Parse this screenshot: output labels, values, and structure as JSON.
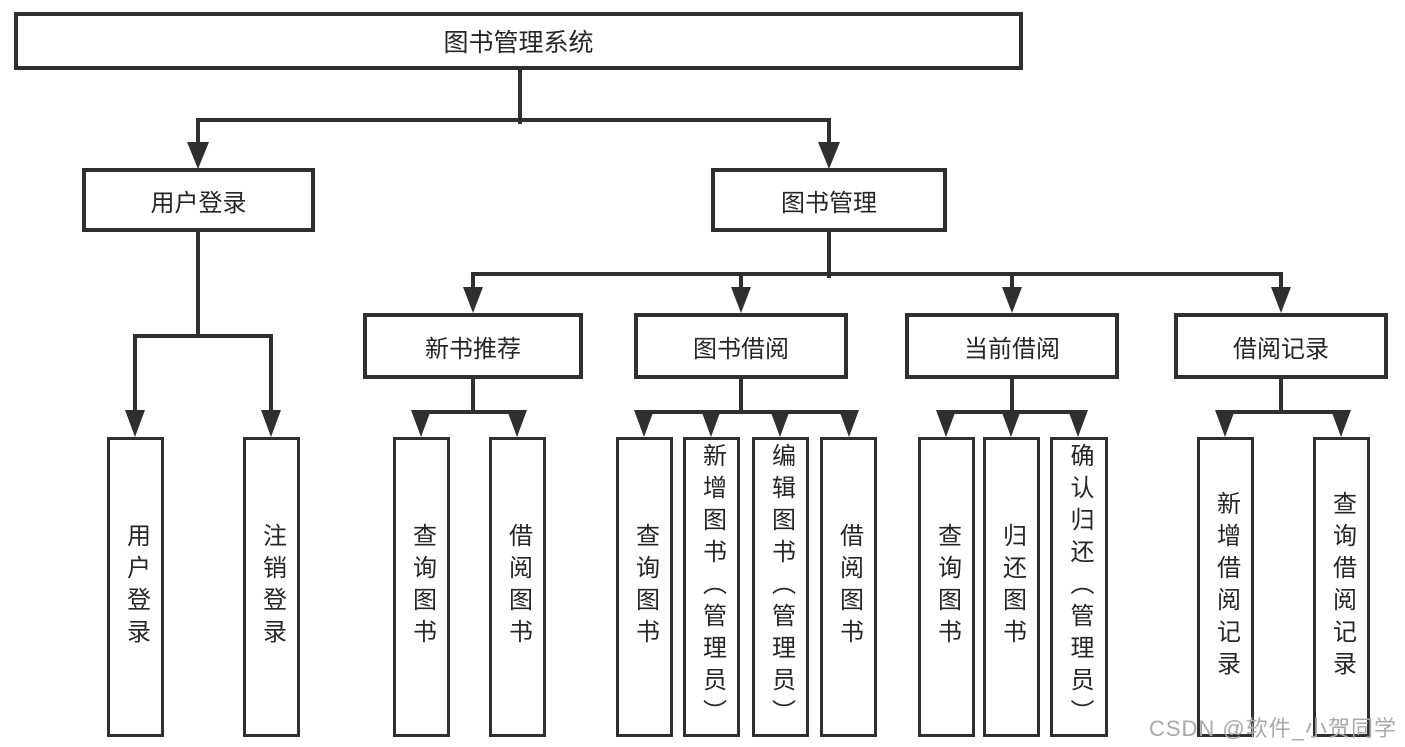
{
  "diagram": {
    "title": "图书管理系统",
    "user_login": {
      "label": "用户登录",
      "children": [
        "用户登录",
        "注销登录"
      ]
    },
    "book_mgmt": {
      "label": "图书管理",
      "sections": [
        {
          "label": "新书推荐",
          "children": [
            "查询图书",
            "借阅图书"
          ]
        },
        {
          "label": "图书借阅",
          "children": [
            "查询图书",
            "新增图书（管理员）",
            "编辑图书（管理员）",
            "借阅图书"
          ]
        },
        {
          "label": "当前借阅",
          "children": [
            "查询图书",
            "归还图书",
            "确认归还（管理员）"
          ]
        },
        {
          "label": "借阅记录",
          "children": [
            "新增借阅记录",
            "查询借阅记录"
          ]
        }
      ]
    }
  },
  "watermark": {
    "text": "CSDN @软件_小贺同学",
    "color": "#a9a9a9"
  },
  "colors": {
    "line": "#2f2f2f",
    "text": "#262626",
    "background": "#ffffff"
  }
}
